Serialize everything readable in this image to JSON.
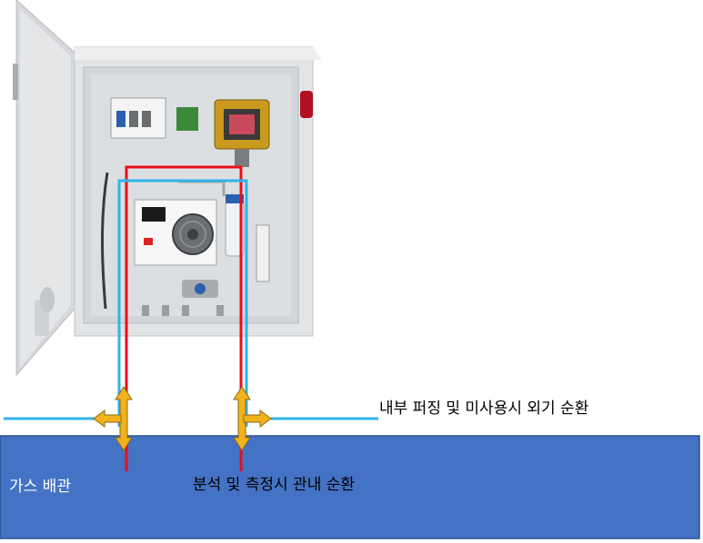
{
  "labels": {
    "purge_circulation": "내부 퍼징 및 미사용시 외기 순환",
    "gas_pipe": "가스 배관",
    "analysis_circulation": "분석 및 측정시 관내 순환"
  },
  "colors": {
    "pipe_fill": "#4472c4",
    "pipe_border": "#2f528f",
    "red_line": "#e8101a",
    "blue_line": "#2fb4e8",
    "arrow_fill": "#f2b21b",
    "arrow_stroke": "#8a6a1a",
    "cabinet": "#e2e4e6",
    "cabinet_shadow": "#c9ccd0"
  },
  "icons": {
    "arrow_left": "double-arrow-horizontal-icon",
    "arrow_right": "double-arrow-horizontal-icon",
    "arrow_vertical": "double-arrow-vertical-icon"
  }
}
